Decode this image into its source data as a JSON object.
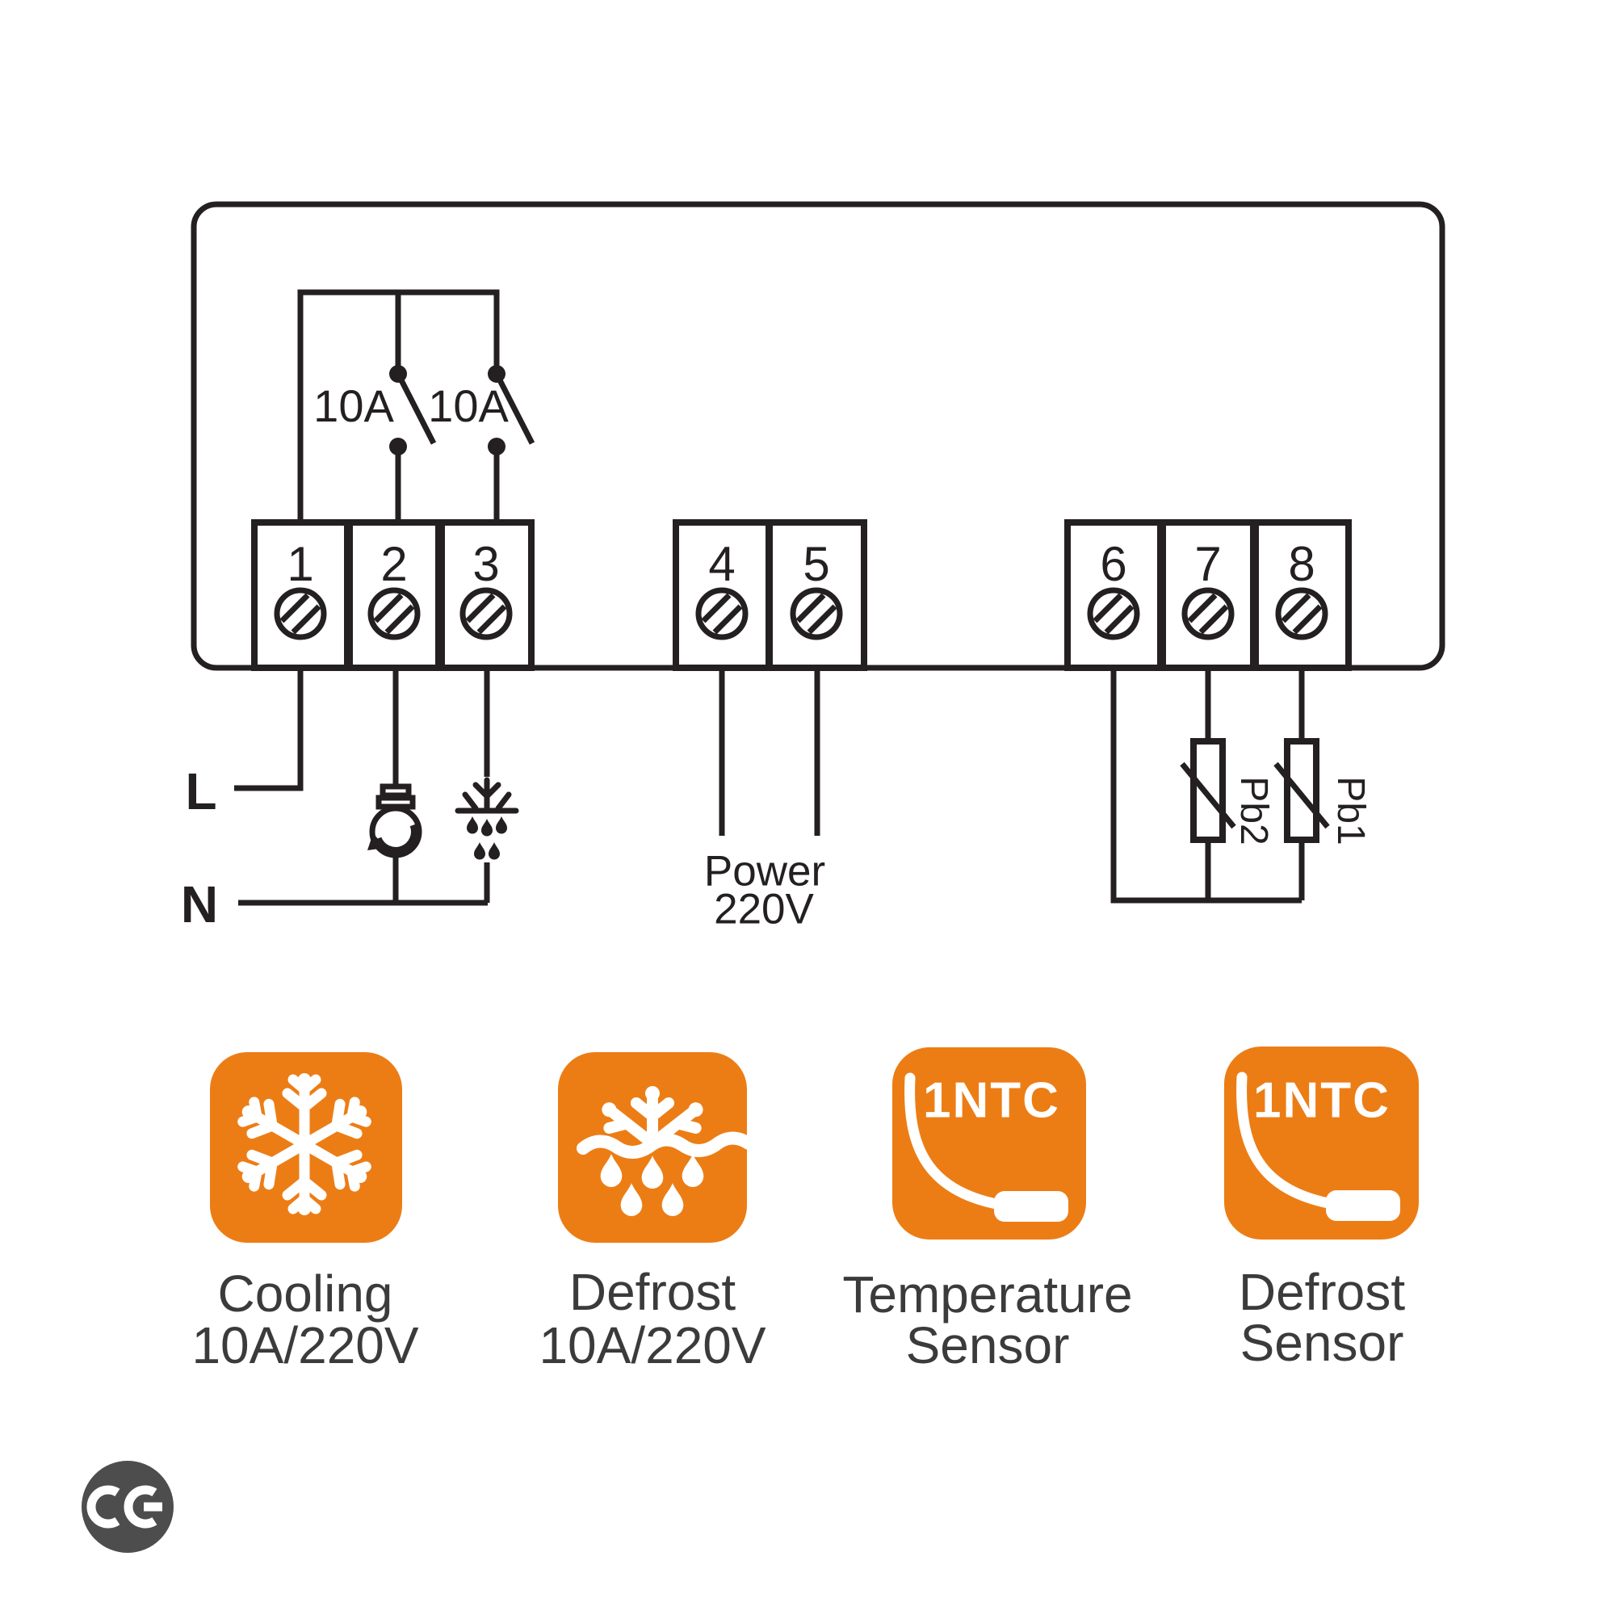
{
  "colors": {
    "accent": "#EC7D15",
    "line": "#241F20",
    "text": "#3B3B3B",
    "ce": "#4D4D4D"
  },
  "controller": {
    "terminals": [
      "1",
      "2",
      "3",
      "4",
      "5",
      "6",
      "7",
      "8"
    ],
    "relays": [
      "10A",
      "10A"
    ],
    "wiring": {
      "line": "L",
      "neutral": "N",
      "power_title": "Power",
      "power_voltage": "220V",
      "sensor1": "Pb1",
      "sensor2": "Pb2"
    }
  },
  "legend": [
    {
      "icon": "snowflake-icon",
      "badge": "",
      "lines": [
        "Cooling",
        "10A/220V"
      ]
    },
    {
      "icon": "defrost-icon",
      "badge": "",
      "lines": [
        "Defrost",
        "10A/220V"
      ]
    },
    {
      "icon": "ntc-probe-icon",
      "badge": "1NTC",
      "lines": [
        "Temperature",
        "Sensor"
      ]
    },
    {
      "icon": "ntc-probe-icon",
      "badge": "1NTC",
      "lines": [
        "Defrost",
        "Sensor"
      ]
    }
  ],
  "ce_mark": "CE"
}
